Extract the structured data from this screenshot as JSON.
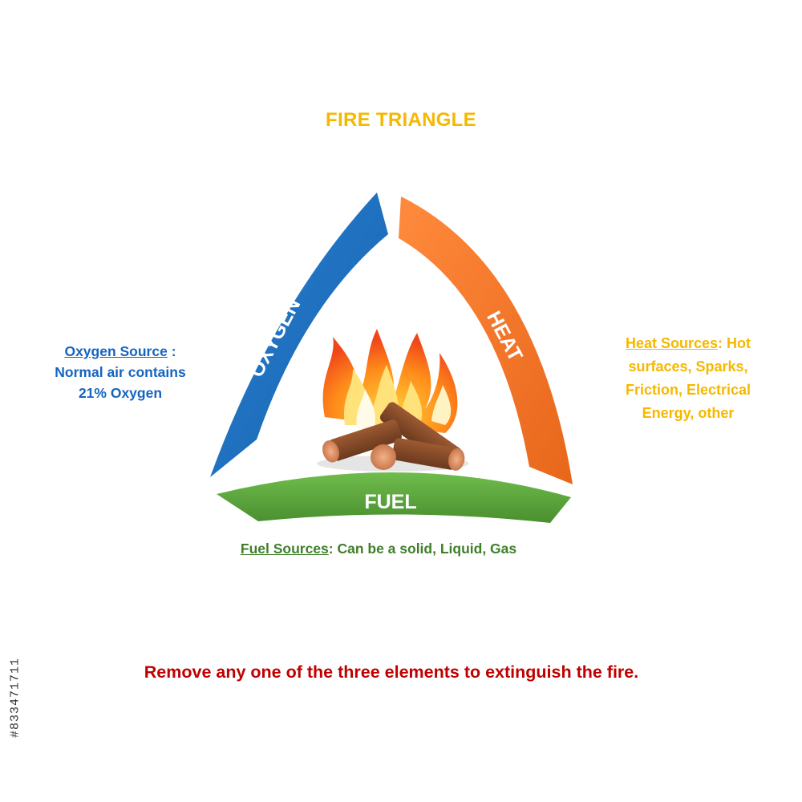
{
  "title": "FIRE TRIANGLE",
  "sides": {
    "oxygen": {
      "label": "OXYGEN",
      "color": "#1a6fc1"
    },
    "heat": {
      "label": "HEAT",
      "color": "#f07320"
    },
    "fuel": {
      "label": "FUEL",
      "color": "#5ba33c"
    }
  },
  "oxygen_info": {
    "heading": "Oxygen Source",
    "separator": " :",
    "line1": "Normal air contains",
    "line2": "21% Oxygen",
    "color": "#1565c0"
  },
  "heat_info": {
    "heading": "Heat Sources",
    "text": ": Hot surfaces, Sparks, Friction, Electrical Energy, other",
    "color": "#f5b800"
  },
  "fuel_info": {
    "heading": "Fuel Sources",
    "text": ": Can be a solid, Liquid, Gas",
    "color": "#3f7f2a"
  },
  "center_icon": "campfire-icon",
  "footer": "Remove any one of the three elements to extinguish the fire.",
  "stock_id": "#833471711"
}
